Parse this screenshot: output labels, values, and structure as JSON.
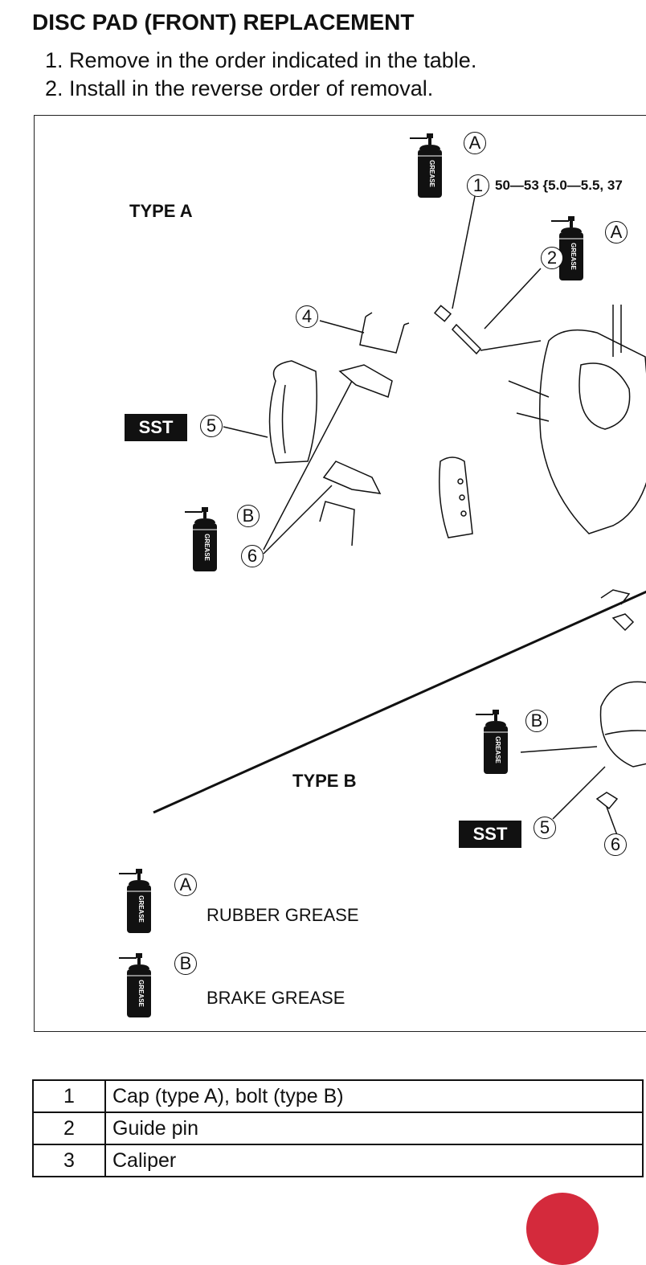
{
  "title": "DISC PAD (FRONT) REPLACEMENT",
  "steps": [
    "1.  Remove in the order indicated in the table.",
    "2.  Install in the reverse order of removal."
  ],
  "diagram": {
    "type_a": "TYPE A",
    "type_b": "TYPE B",
    "torque": "50—53 {5.0—5.5, 37",
    "sst": "SST",
    "grease_can_text": "GREASE",
    "markers": {
      "a": "A",
      "b": "B",
      "n1": "1",
      "n2": "2",
      "n4": "4",
      "n5": "5",
      "n6": "6"
    },
    "legend": {
      "a_label": "RUBBER GREASE",
      "b_label": "BRAKE GREASE"
    }
  },
  "parts_table": [
    {
      "num": "1",
      "name": "Cap (type A), bolt (type B)"
    },
    {
      "num": "2",
      "name": "Guide pin"
    },
    {
      "num": "3",
      "name": "Caliper"
    }
  ],
  "colors": {
    "accent_red": "#d42a3c"
  }
}
